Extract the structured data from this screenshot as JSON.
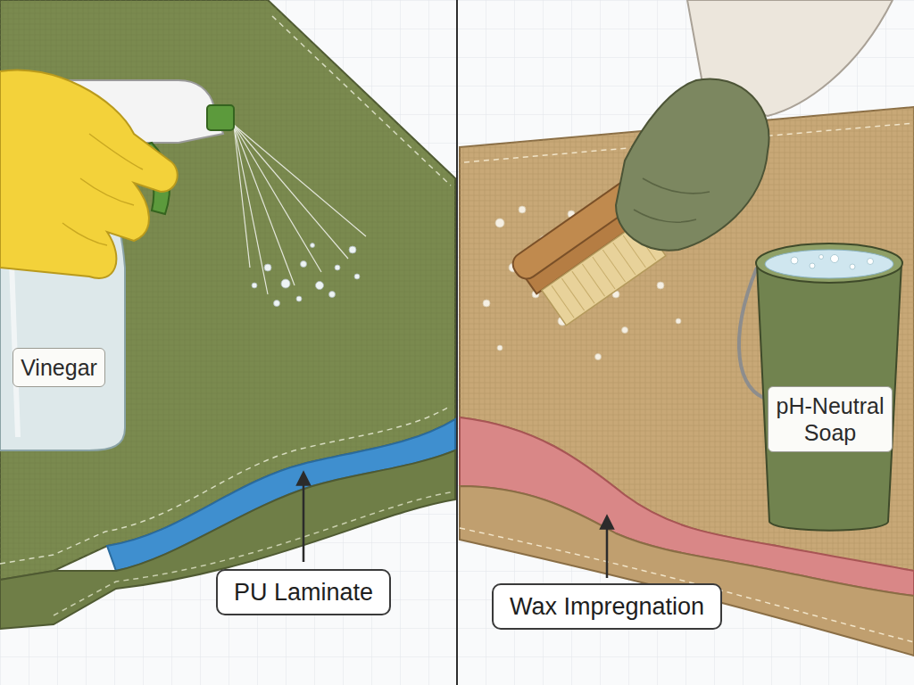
{
  "diagram": {
    "nodes": [
      {
        "text": [
          "PU Laminate"
        ]
      },
      {
        "text": [
          "Wax Impregnation"
        ]
      }
    ],
    "labels": [
      "Vinegar",
      "pH-Neutral Soap"
    ]
  }
}
